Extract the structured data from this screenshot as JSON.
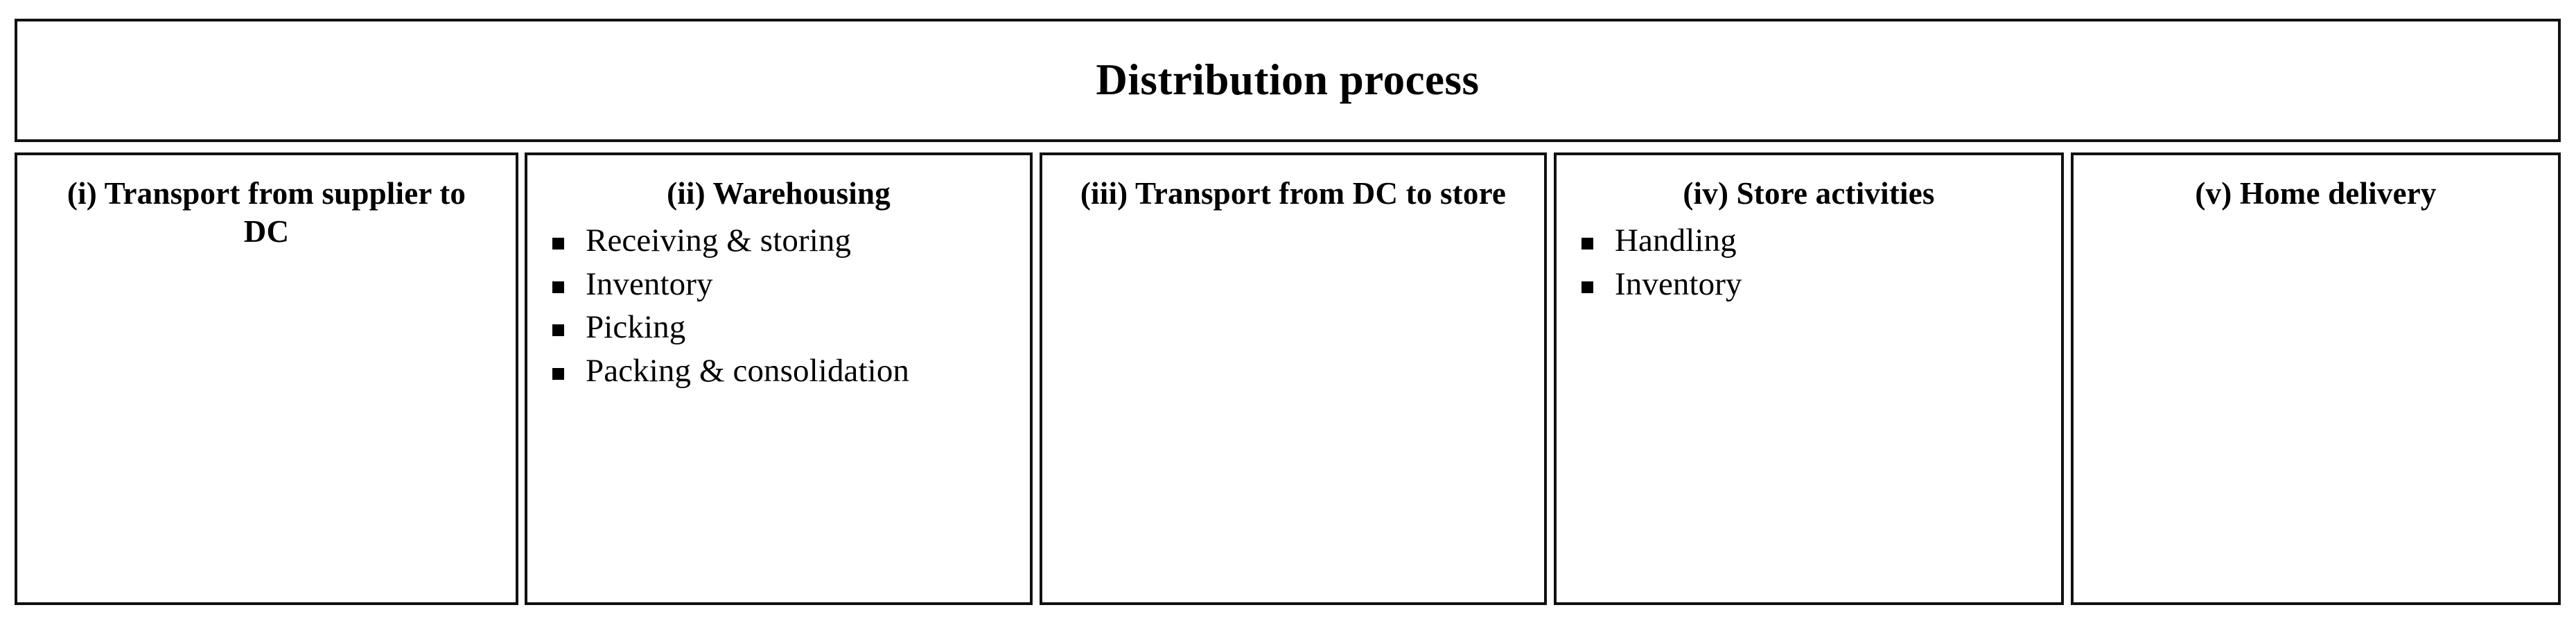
{
  "figure": {
    "header": {
      "title": "Distribution process"
    },
    "stages": [
      {
        "heading": "(i) Transport from supplier to DC",
        "items": []
      },
      {
        "heading": "(ii) Warehousing",
        "items": [
          "Receiving & storing",
          "Inventory",
          "Picking",
          "Packing & consolidation"
        ]
      },
      {
        "heading": "(iii) Transport from DC to store",
        "items": []
      },
      {
        "heading": "(iv) Store activities",
        "items": [
          "Handling",
          "Inventory"
        ]
      },
      {
        "heading": "(v) Home delivery",
        "items": []
      }
    ],
    "colors": {
      "border": "#111111",
      "background": "#ffffff",
      "text": "#000000",
      "bullet": "#000000"
    },
    "bullet_glyph": "black-square-bullet"
  }
}
